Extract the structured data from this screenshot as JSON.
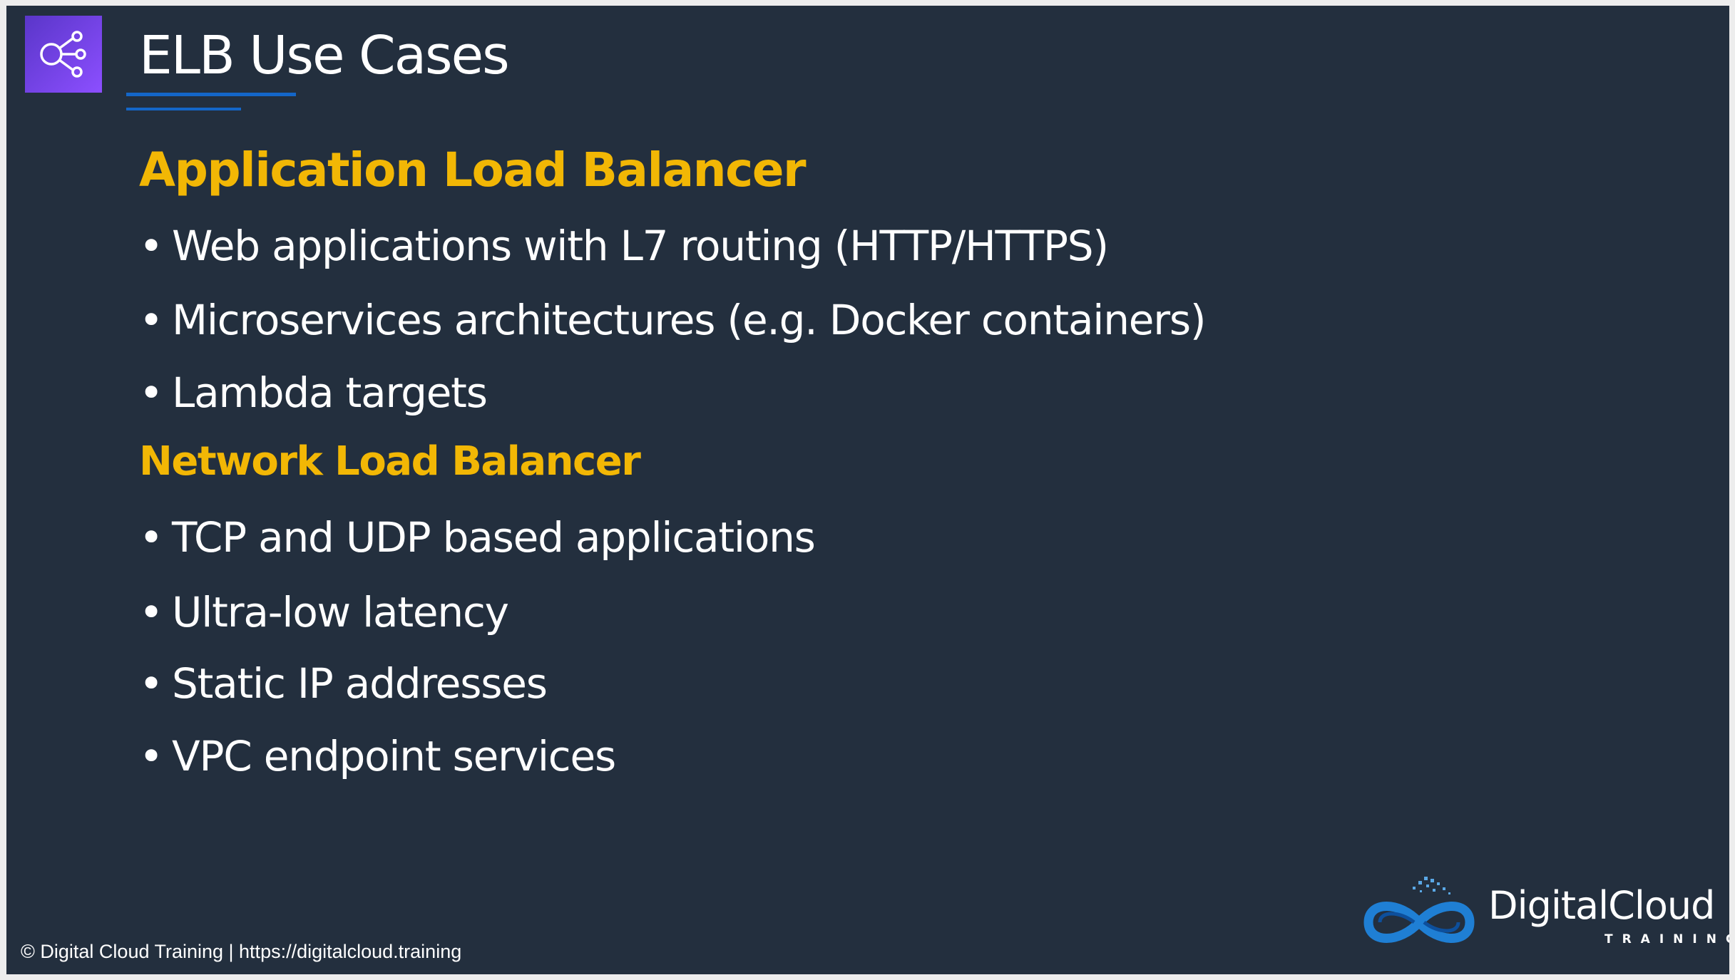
{
  "slide": {
    "title": "ELB Use Cases",
    "icon": "elastic-load-balancing-icon",
    "colors": {
      "background": "#232f3e",
      "heading": "#f2b705",
      "text": "#ffffff",
      "accent": "#1466c8",
      "icon_bg": "#7a3ff0"
    }
  },
  "sections": [
    {
      "heading": "Application Load Balancer",
      "bullets": [
        "Web applications with L7 routing (HTTP/HTTPS)",
        "Microservices architectures (e.g. Docker containers)",
        "Lambda targets"
      ]
    },
    {
      "heading": "Network Load Balancer",
      "bullets": [
        "TCP and UDP based applications",
        "Ultra-low latency",
        "Static IP addresses",
        "VPC endpoint services"
      ]
    }
  ],
  "footer": {
    "text": "© Digital Cloud Training  | https://digitalcloud.training"
  },
  "logo": {
    "name": "DigitalCloud",
    "tagline": "TRAINING",
    "icon": "infinity-cloud-logo-icon"
  }
}
